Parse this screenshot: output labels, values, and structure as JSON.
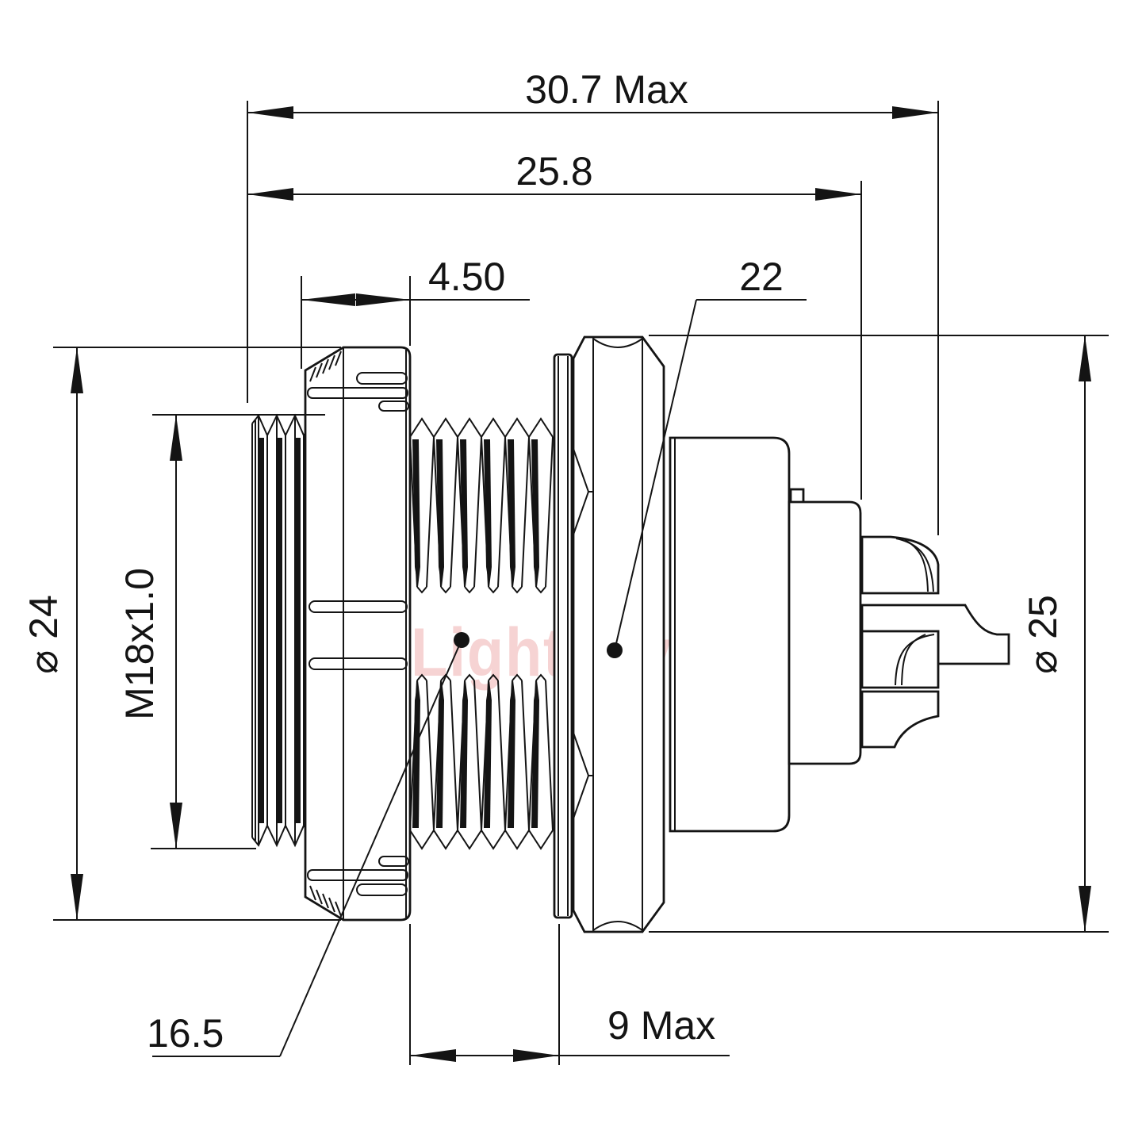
{
  "drawing": {
    "type": "connector-panel-mount-technical-drawing",
    "watermark": "Lightany",
    "colors": {
      "line": "#141414",
      "background": "#ffffff",
      "watermark": "#f6d3d3"
    },
    "dimensions": {
      "overall_length_max": "30.7 Max",
      "length_to_panel": "25.8",
      "collar_length": "4.50",
      "nut_across_flats": "22",
      "front_diameter": "⌀ 24",
      "thread_spec": "M18x1.0",
      "rear_diameter": "⌀ 25",
      "front_section_length": "16.5",
      "thread_length_max": "9 Max"
    }
  }
}
